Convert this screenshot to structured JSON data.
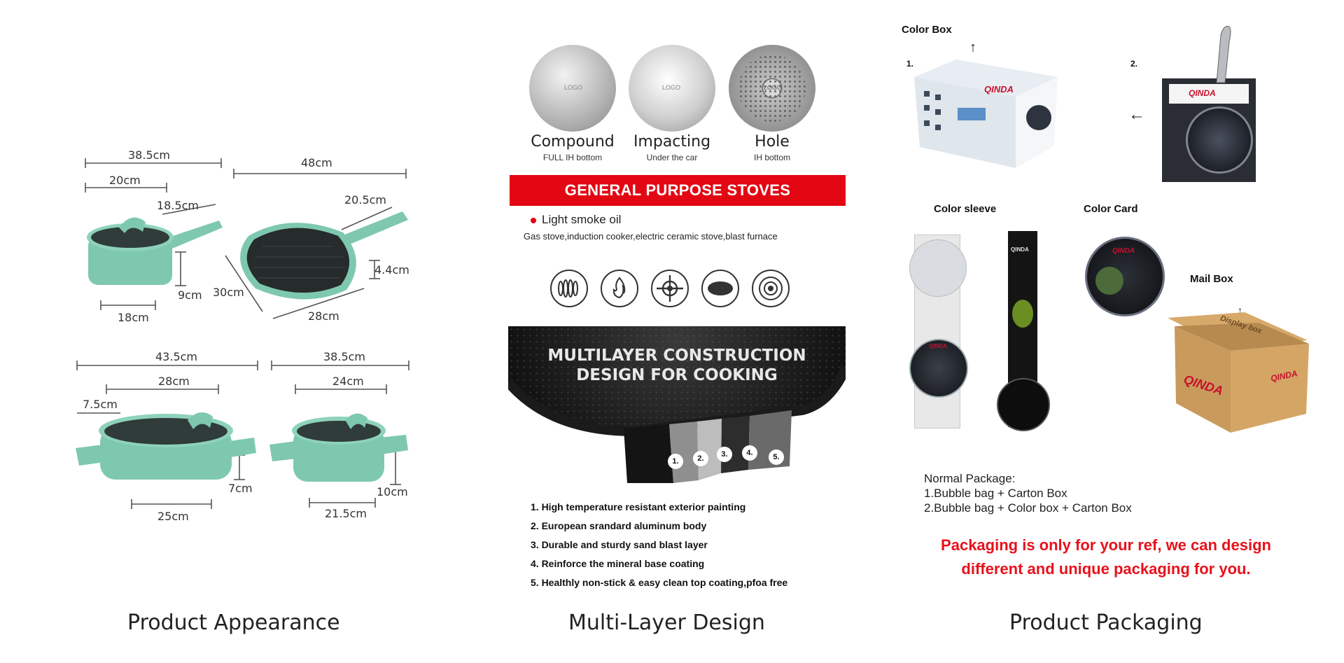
{
  "panels": {
    "appearance": {
      "caption": "Product Appearance",
      "dims": {
        "saucepan_total": "38.5cm",
        "saucepan_dia": "20cm",
        "saucepan_handle": "18.5cm",
        "saucepan_height": "9cm",
        "saucepan_base": "18cm",
        "grill_total": "48cm",
        "grill_handle": "20.5cm",
        "grill_height": "4.4cm",
        "grill_side": "30cm",
        "grill_base": "28cm",
        "casserole_total": "43.5cm",
        "casserole_dia": "28cm",
        "casserole_handle": "7.5cm",
        "casserole_height": "7cm",
        "casserole_base": "25cm",
        "stockpot_total": "38.5cm",
        "stockpot_dia": "24cm",
        "stockpot_height": "10cm",
        "stockpot_base": "21.5cm"
      }
    },
    "multilayer": {
      "caption": "Multi-Layer Design",
      "bases": [
        {
          "name": "Compound",
          "sub": "FULL IH bottom"
        },
        {
          "name": "Impacting",
          "sub": "Under the car"
        },
        {
          "name": "Hole",
          "sub": "IH bottom"
        }
      ],
      "logo_text": "LOGO",
      "banner": "GENERAL PURPOSE STOVES",
      "oil_label": "Light smoke oil",
      "stove_list": "Gas stove,induction cooker,electric ceramic stove,blast furnace",
      "construction_title_1": "MULTILAYER CONSTRUCTION",
      "construction_title_2": "DESIGN FOR COOKING",
      "layer_numbers": [
        "1.",
        "2.",
        "3.",
        "4.",
        "5."
      ],
      "features": [
        "1. High temperature resistant exterior painting",
        "2. European srandard aluminum body",
        "3. Durable and sturdy sand blast layer",
        "4. Reinforce the mineral base coating",
        "5. Healthly non-stick & easy clean top coating,pfoa free"
      ]
    },
    "packaging": {
      "caption": "Product Packaging",
      "color_box": "Color Box",
      "num_1": "1.",
      "num_2": "2.",
      "color_sleeve": "Color sleeve",
      "color_card": "Color Card",
      "mail_box": "Mail Box",
      "brand": "QINDA",
      "display_box": "Display box",
      "normal_title": "Normal Package:",
      "normal_1": "1.Bubble bag + Carton Box",
      "normal_2": "2.Bubble bag + Color box + Carton Box",
      "red_note_1": "Packaging is only for your ref, we can design",
      "red_note_2": "different and unique packaging for you."
    }
  },
  "colors": {
    "mint": "#7ec8b0",
    "banner_red": "#e30613",
    "note_red": "#e8111b",
    "cardboard": "#c89a5c"
  }
}
